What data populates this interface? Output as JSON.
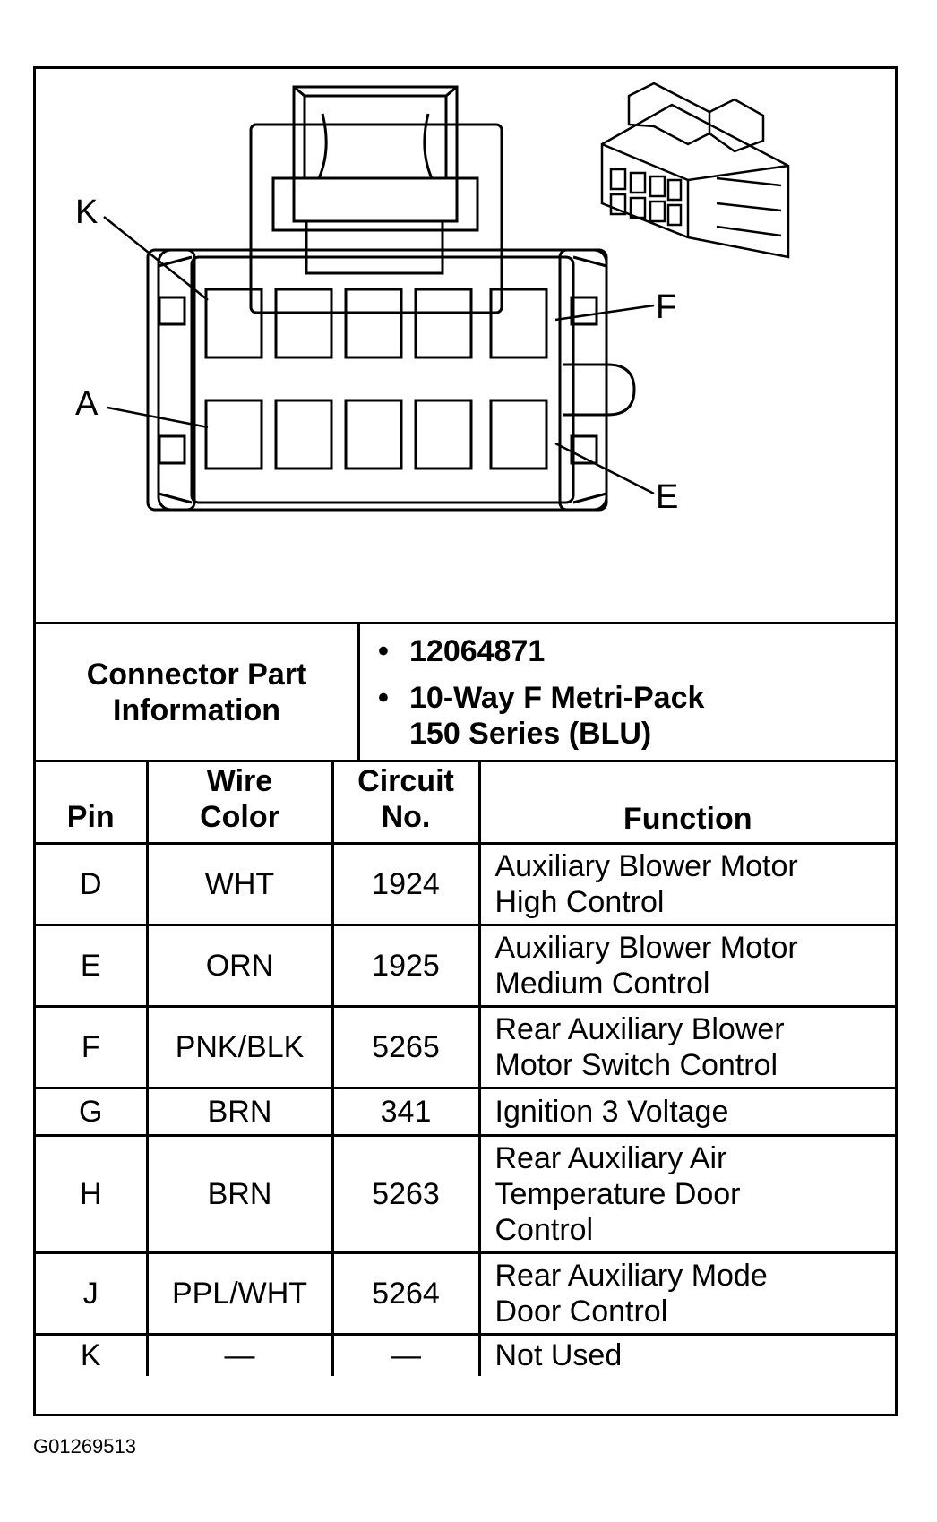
{
  "diagram": {
    "pin_labels": {
      "k": "K",
      "f": "F",
      "a": "A",
      "e": "E"
    }
  },
  "connector_info": {
    "label_line1": "Connector Part",
    "label_line2": "Information",
    "items": [
      {
        "line1": "12064871"
      },
      {
        "line1": "10-Way F Metri-Pack",
        "line2": "150 Series (BLU)"
      }
    ]
  },
  "pin_table": {
    "headers": {
      "pin": "Pin",
      "wire_color_line1": "Wire",
      "wire_color_line2": "Color",
      "circuit_line1": "Circuit",
      "circuit_line2": "No.",
      "function": "Function"
    },
    "rows": [
      {
        "pin": "D",
        "wire": "WHT",
        "circuit": "1924",
        "function": [
          "Auxiliary Blower Motor",
          "High Control"
        ]
      },
      {
        "pin": "E",
        "wire": "ORN",
        "circuit": "1925",
        "function": [
          "Auxiliary Blower Motor",
          "Medium Control"
        ]
      },
      {
        "pin": "F",
        "wire": "PNK/BLK",
        "circuit": "5265",
        "function": [
          "Rear Auxiliary Blower",
          "Motor Switch Control"
        ]
      },
      {
        "pin": "G",
        "wire": "BRN",
        "circuit": "341",
        "function": [
          "Ignition 3 Voltage"
        ]
      },
      {
        "pin": "H",
        "wire": "BRN",
        "circuit": "5263",
        "function": [
          "Rear Auxiliary Air",
          "Temperature Door",
          "Control"
        ]
      },
      {
        "pin": "J",
        "wire": "PPL/WHT",
        "circuit": "5264",
        "function": [
          "Rear Auxiliary Mode",
          "Door Control"
        ]
      },
      {
        "pin": "K",
        "wire": "—",
        "circuit": "—",
        "function": [
          "Not Used"
        ]
      }
    ]
  },
  "figure_code": "G01269513"
}
